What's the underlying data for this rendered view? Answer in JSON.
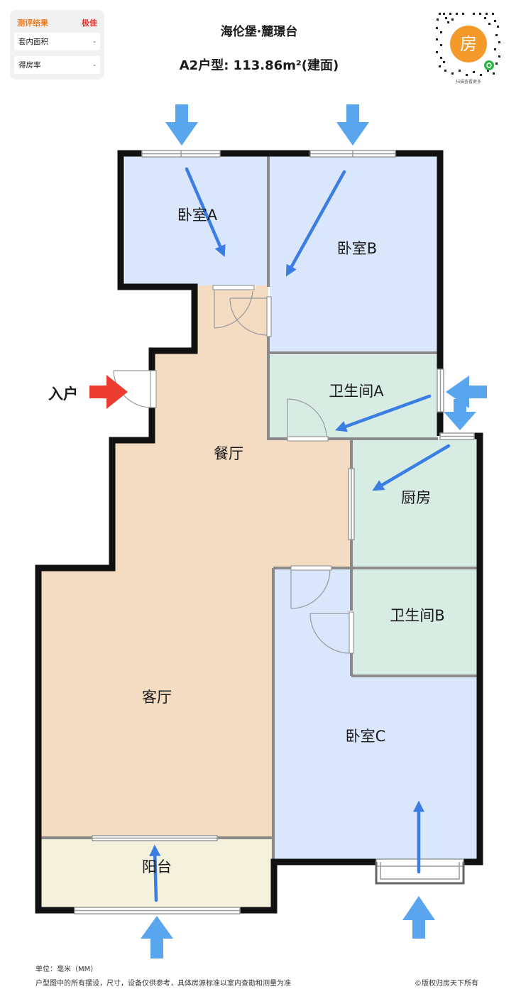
{
  "evaluation": {
    "title": "测评结果",
    "rating": "极佳",
    "rows": [
      {
        "label": "套内面积",
        "value": "-"
      },
      {
        "label": "得房率",
        "value": "-"
      }
    ]
  },
  "header": {
    "project_name": "海伦堡·麓璟台",
    "unit_type": "A2户型: 113.86m²(建面)"
  },
  "qr": {
    "badge_text": "房",
    "caption": "扫描查看更多"
  },
  "rooms": {
    "bedroom_a": "卧室A",
    "bedroom_b": "卧室B",
    "bathroom_a": "卫生间A",
    "dining": "餐厅",
    "kitchen": "厨房",
    "bathroom_b": "卫生间B",
    "living": "客厅",
    "bedroom_c": "卧室C",
    "balcony": "阳台"
  },
  "entry_label": "入户",
  "colors": {
    "bedroom": "#d9e6fb",
    "wet_room": "#d7ede3",
    "living_dining": "#f3dcc1",
    "balcony": "#f4f1dc",
    "wall": "#111111",
    "partition": "#8a8a8a",
    "ventilation_arrow": "#3a7de3",
    "entry_arrow": "#ec3b30",
    "qr_badge": "#f39a2a"
  },
  "footer": {
    "unit": "单位：毫米（MM）",
    "disclaimer": "户型图中的所有摆设，尺寸，设备仅供参考，具体房源标准以室内查勘和测量为准",
    "copyright": "©版权归房天下所有"
  }
}
